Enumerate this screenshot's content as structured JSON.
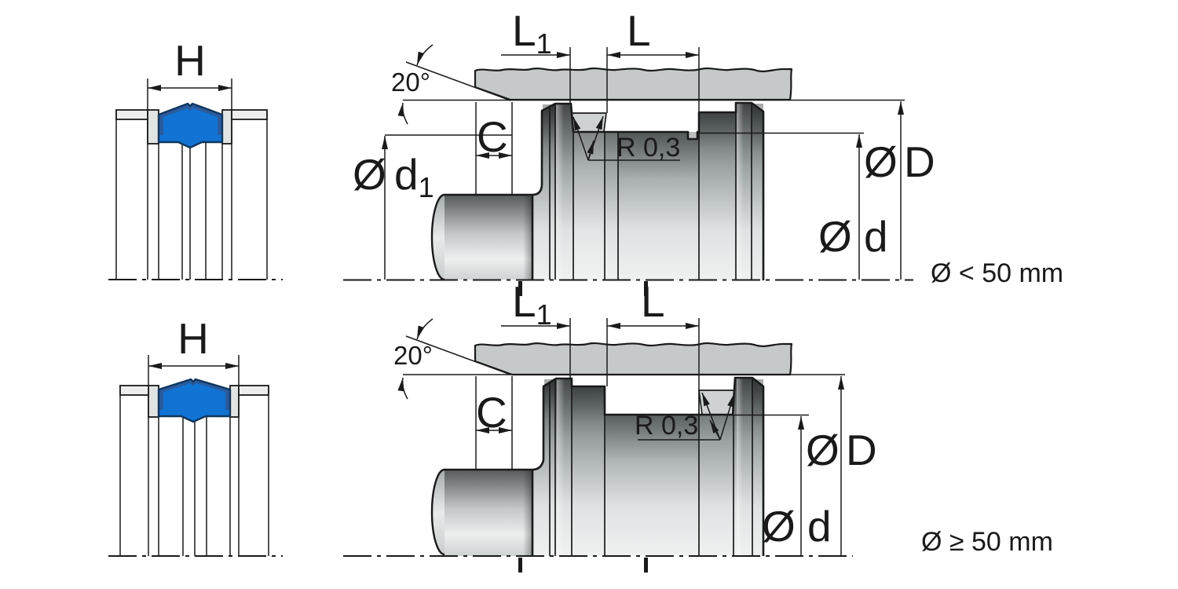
{
  "colors": {
    "seal_blue": "#1173d4",
    "seal_blue_dark": "#2b5b9c",
    "housing_gray": "#c6c9c9",
    "drawing_line": "#1a1a1a"
  },
  "labels": {
    "seal_width": "H",
    "groove_l1_base": "L",
    "groove_l1_sub": "1",
    "groove_l": "L",
    "lead_in_angle": "20°",
    "chamfer_length": "C",
    "corner_radius": "R 0,3",
    "diameter_symbol": "Ø",
    "rod_diameter_base": "d",
    "rod_diameter_sub": "1",
    "bore_diameter": "D",
    "shaft_diameter": "d"
  },
  "conditions": {
    "small_bore": "Ø < 50 mm",
    "large_bore": "Ø ≥ 50 mm"
  }
}
